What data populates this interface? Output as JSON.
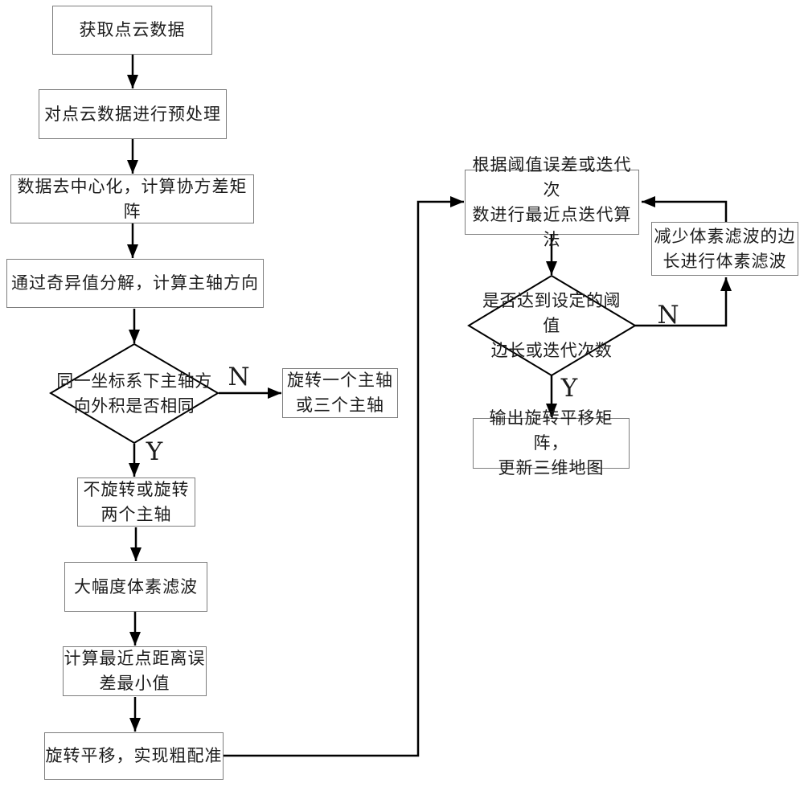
{
  "colors": {
    "background": "#ffffff",
    "line": "#000000",
    "box_border": "#7d7d7d",
    "text": "#1c1c1c"
  },
  "nodes": {
    "acquire": "获取点云数据",
    "preprocess": "对点云数据进行预处理",
    "decenter": "数据去中心化，计算协方差矩阵",
    "svd": "通过奇异值分解，计算主轴方向",
    "axis_check": "同一坐标系下主轴方\n向外积是否相同",
    "rotate_one_or_three": "旋转一个主轴\n或三个主轴",
    "rotate_none_or_two": "不旋转或旋转\n两个主轴",
    "big_voxel": "大幅度体素滤波",
    "min_error": "计算最近点距离误\n差最小值",
    "coarse_align": "旋转平移，实现粗配准",
    "icp": "根据阈值误差或迭代次\n数进行最近点迭代算法",
    "reduce_voxel": "减少体素滤波的边\n长进行体素滤波",
    "threshold_check": "是否达到设定的阈值\n边长或迭代次数",
    "output": "输出旋转平移矩阵，\n更新三维地图"
  },
  "branch_labels": {
    "axis_no": "N",
    "axis_yes": "Y",
    "threshold_no": "N",
    "threshold_yes": "Y"
  }
}
